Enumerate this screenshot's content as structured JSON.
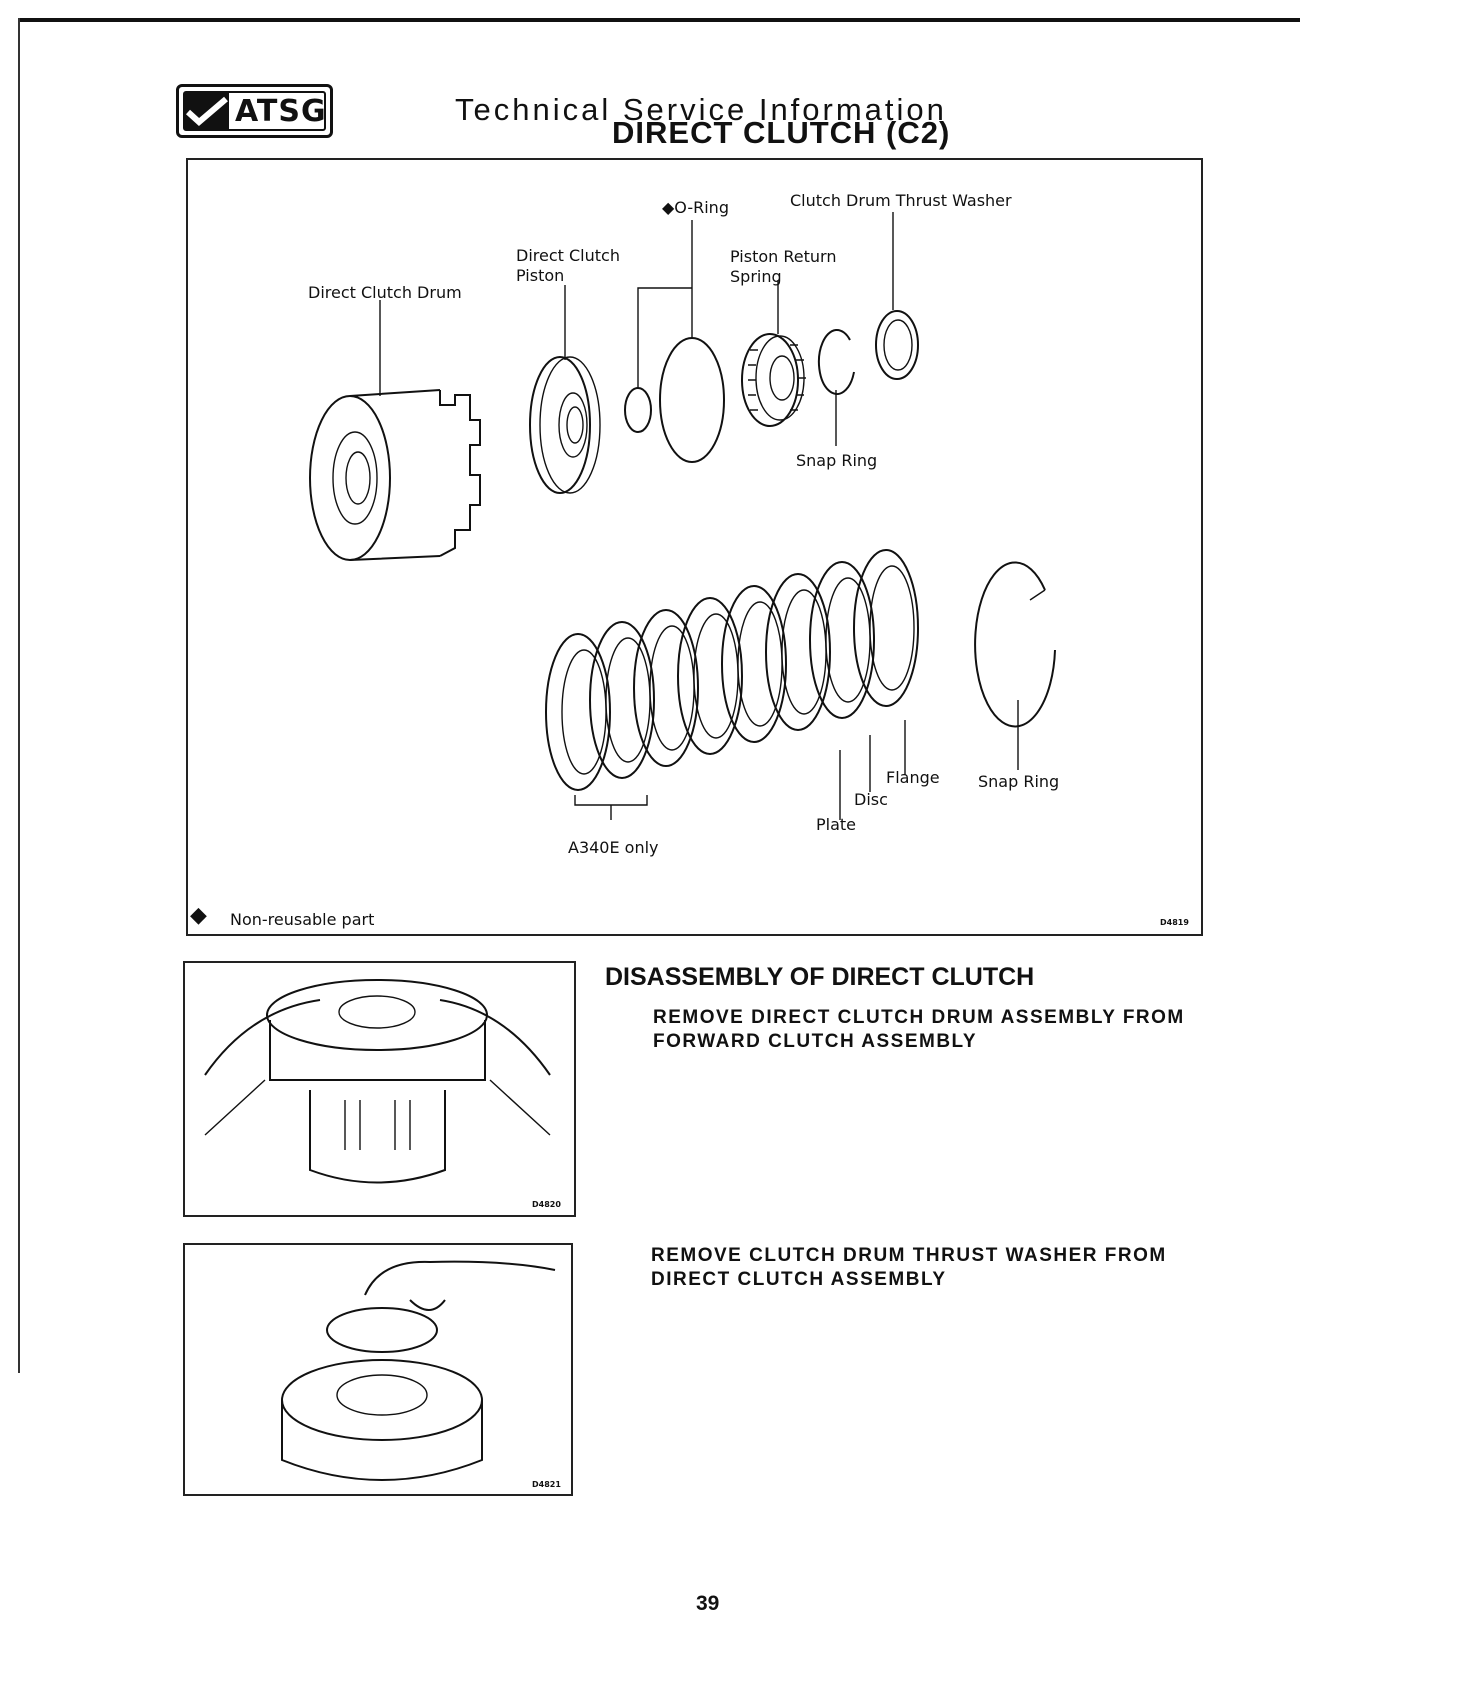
{
  "header": {
    "logo_text": "ATSG",
    "subtitle": "Technical Service Information",
    "title": "DIRECT CLUTCH (C2)"
  },
  "diagram": {
    "labels": {
      "direct_clutch_drum": "Direct Clutch Drum",
      "direct_clutch_piston": "Direct Clutch Piston",
      "o_ring": "◆O-Ring",
      "piston_return_spring": "Piston Return Spring",
      "clutch_drum_thrust_washer": "Clutch Drum Thrust Washer",
      "snap_ring_upper": "Snap Ring",
      "snap_ring_lower": "Snap Ring",
      "flange": "Flange",
      "disc": "Disc",
      "plate": "Plate",
      "a340e_only": "A340E only"
    },
    "legend_symbol": "◆",
    "legend_text": "Non-reusable part",
    "figure_code": "D4819"
  },
  "section": {
    "heading": "DISASSEMBLY OF DIRECT CLUTCH",
    "steps": [
      {
        "text": "REMOVE DIRECT CLUTCH DRUM ASSEMBLY FROM FORWARD CLUTCH ASSEMBLY",
        "figure_code": "D4820"
      },
      {
        "text": "REMOVE CLUTCH DRUM THRUST WASHER FROM DIRECT CLUTCH ASSEMBLY",
        "figure_code": "D4821"
      }
    ]
  },
  "page_number": "39"
}
